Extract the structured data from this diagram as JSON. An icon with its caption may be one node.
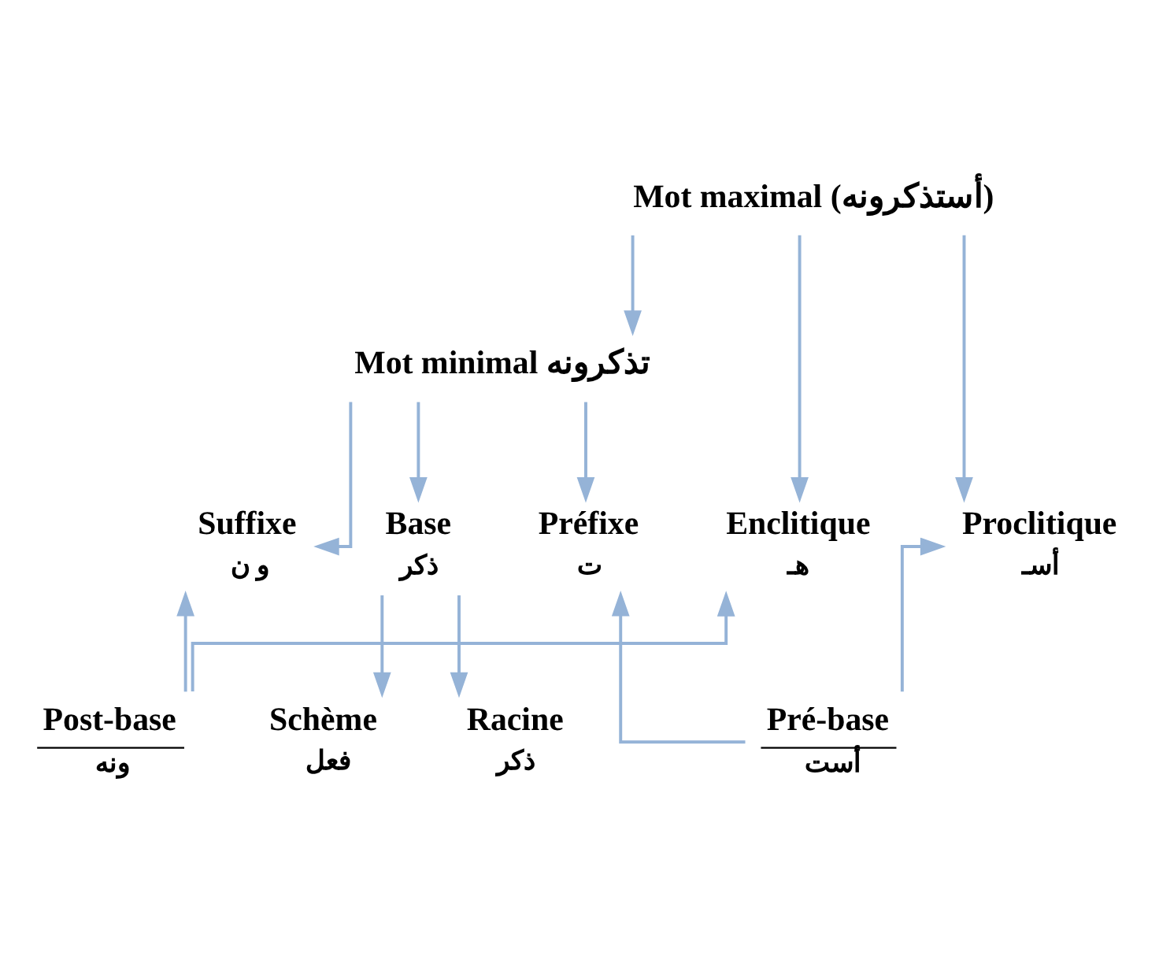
{
  "diagram": {
    "nodes": [
      {
        "text": [
          "Mot maximal (أستذكرونه)"
        ]
      },
      {
        "text": [
          "Mot minimal تذكرونه"
        ]
      },
      {
        "text": [
          "Enclitique",
          "هـ"
        ]
      },
      {
        "text": [
          "Suffixe",
          "و ن"
        ]
      },
      {
        "text": [
          "Base",
          "ذكر"
        ]
      },
      {
        "text": [
          "Préfixe",
          "ت"
        ]
      },
      {
        "text": [
          "Proclitique",
          "أسـ"
        ]
      },
      {
        "text": [
          "Post-base",
          "ونه"
        ]
      },
      {
        "text": [
          "Pré-base",
          "أست"
        ]
      },
      {
        "text": [
          "Schème",
          "فعل"
        ]
      },
      {
        "text": [
          "Racine",
          "ذكر"
        ]
      }
    ],
    "edges": [
      {
        "from": 0,
        "to": 2,
        "arrow": "to"
      },
      {
        "from": 0,
        "to": 1,
        "arrow": "to"
      },
      {
        "from": 0,
        "to": 6,
        "arrow": "to"
      },
      {
        "from": 1,
        "to": 3,
        "arrow": "to"
      },
      {
        "from": 1,
        "to": 4,
        "arrow": "to"
      },
      {
        "from": 1,
        "to": 5,
        "arrow": "to"
      },
      {
        "from": 7,
        "to": 2,
        "arrow": "to"
      },
      {
        "from": 7,
        "to": 3,
        "arrow": "to"
      },
      {
        "from": 8,
        "to": 5,
        "arrow": "to"
      },
      {
        "from": 8,
        "to": 6,
        "arrow": "to"
      },
      {
        "from": 4,
        "to": 9,
        "arrow": "to"
      },
      {
        "from": 4,
        "to": 10,
        "arrow": "to"
      }
    ]
  }
}
